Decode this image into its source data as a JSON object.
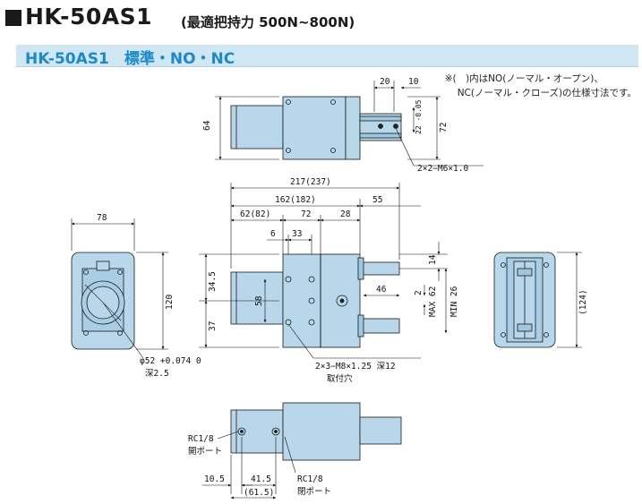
{
  "header": {
    "model": "HK-50AS1",
    "grip_force": "(最適把持力 500N~800N)"
  },
  "banner": {
    "label": "HK-50AS1　標準・NO・NC"
  },
  "note": {
    "line1": "※(　)内はNO(ノーマル・オープン)、",
    "line2": "NC(ノーマル・クローズ)の仕様寸法です。"
  },
  "colors": {
    "body_fill": "#b9d7ea",
    "body_stroke": "#1a1a1a",
    "banner_bg": "#cfe7f2",
    "banner_text": "#1e88c9"
  },
  "dimensions": {
    "top_view": {
      "d20": "20",
      "d10": "10",
      "d64": "64",
      "d72": "72",
      "tol": "22 -0.05",
      "tap": "2×2−M6×1.0"
    },
    "front_view": {
      "d217": "217(237)",
      "d162": "162(182)",
      "d62": "62(82)",
      "d72": "72",
      "d28": "28",
      "d55": "55",
      "d6": "6",
      "d33": "33",
      "d34_5": "34.5",
      "d37": "37",
      "d58": "58",
      "d46": "46",
      "d2": "2",
      "d14": "14",
      "max62": "MAX 62",
      "min26": "MIN 26",
      "mount": "2×3−M8×1.25 深12",
      "mount_label": "取付穴"
    },
    "left_view": {
      "d78": "78",
      "d120": "120",
      "bore": "φ52 +0.074 0",
      "depth": "深2.5"
    },
    "right_view": {
      "d124": "(124)"
    },
    "bottom_view": {
      "port1": "RC1/8",
      "port1_label": "開ポート",
      "port2": "RC1/8",
      "port2_label": "閉ポート",
      "d10_5": "10.5",
      "d41_5": "41.5",
      "d61_5": "(61.5)"
    }
  }
}
